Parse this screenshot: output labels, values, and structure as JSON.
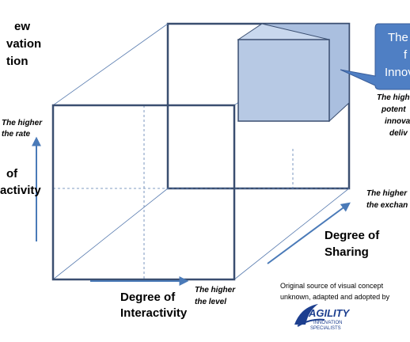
{
  "title_lines": [
    "ew",
    "vation",
    "tion"
  ],
  "callout": {
    "lines": [
      "The",
      "f",
      "Innov"
    ]
  },
  "right_note": {
    "lines": [
      "The high",
      "potent",
      "innova",
      "deliv"
    ]
  },
  "y_axis": {
    "label_lines": [
      "of",
      "activity"
    ],
    "note_lines": [
      "The higher",
      "the rate"
    ]
  },
  "x_axis": {
    "label_lines": [
      "Degree of",
      "Interactivity"
    ],
    "note_lines": [
      "The higher",
      "the level"
    ]
  },
  "z_axis": {
    "label_lines": [
      "Degree of",
      "Sharing"
    ],
    "note_lines": [
      "The higher",
      "the exchan"
    ]
  },
  "source_note": {
    "lines": [
      "Original source of visual concept",
      "unknown, adapted and adopted by"
    ]
  },
  "logo": {
    "name": "AGILITY",
    "tagline_lines": [
      "INNOVATION",
      "SPECIALISTS"
    ]
  },
  "colors": {
    "cube_edge": "#3a4e70",
    "axis_arrow": "#4a7ab8",
    "highlight_fill": "#b7c9e4",
    "callout_fill": "#4f7fc4",
    "logo_blue": "#1d3f8f"
  }
}
